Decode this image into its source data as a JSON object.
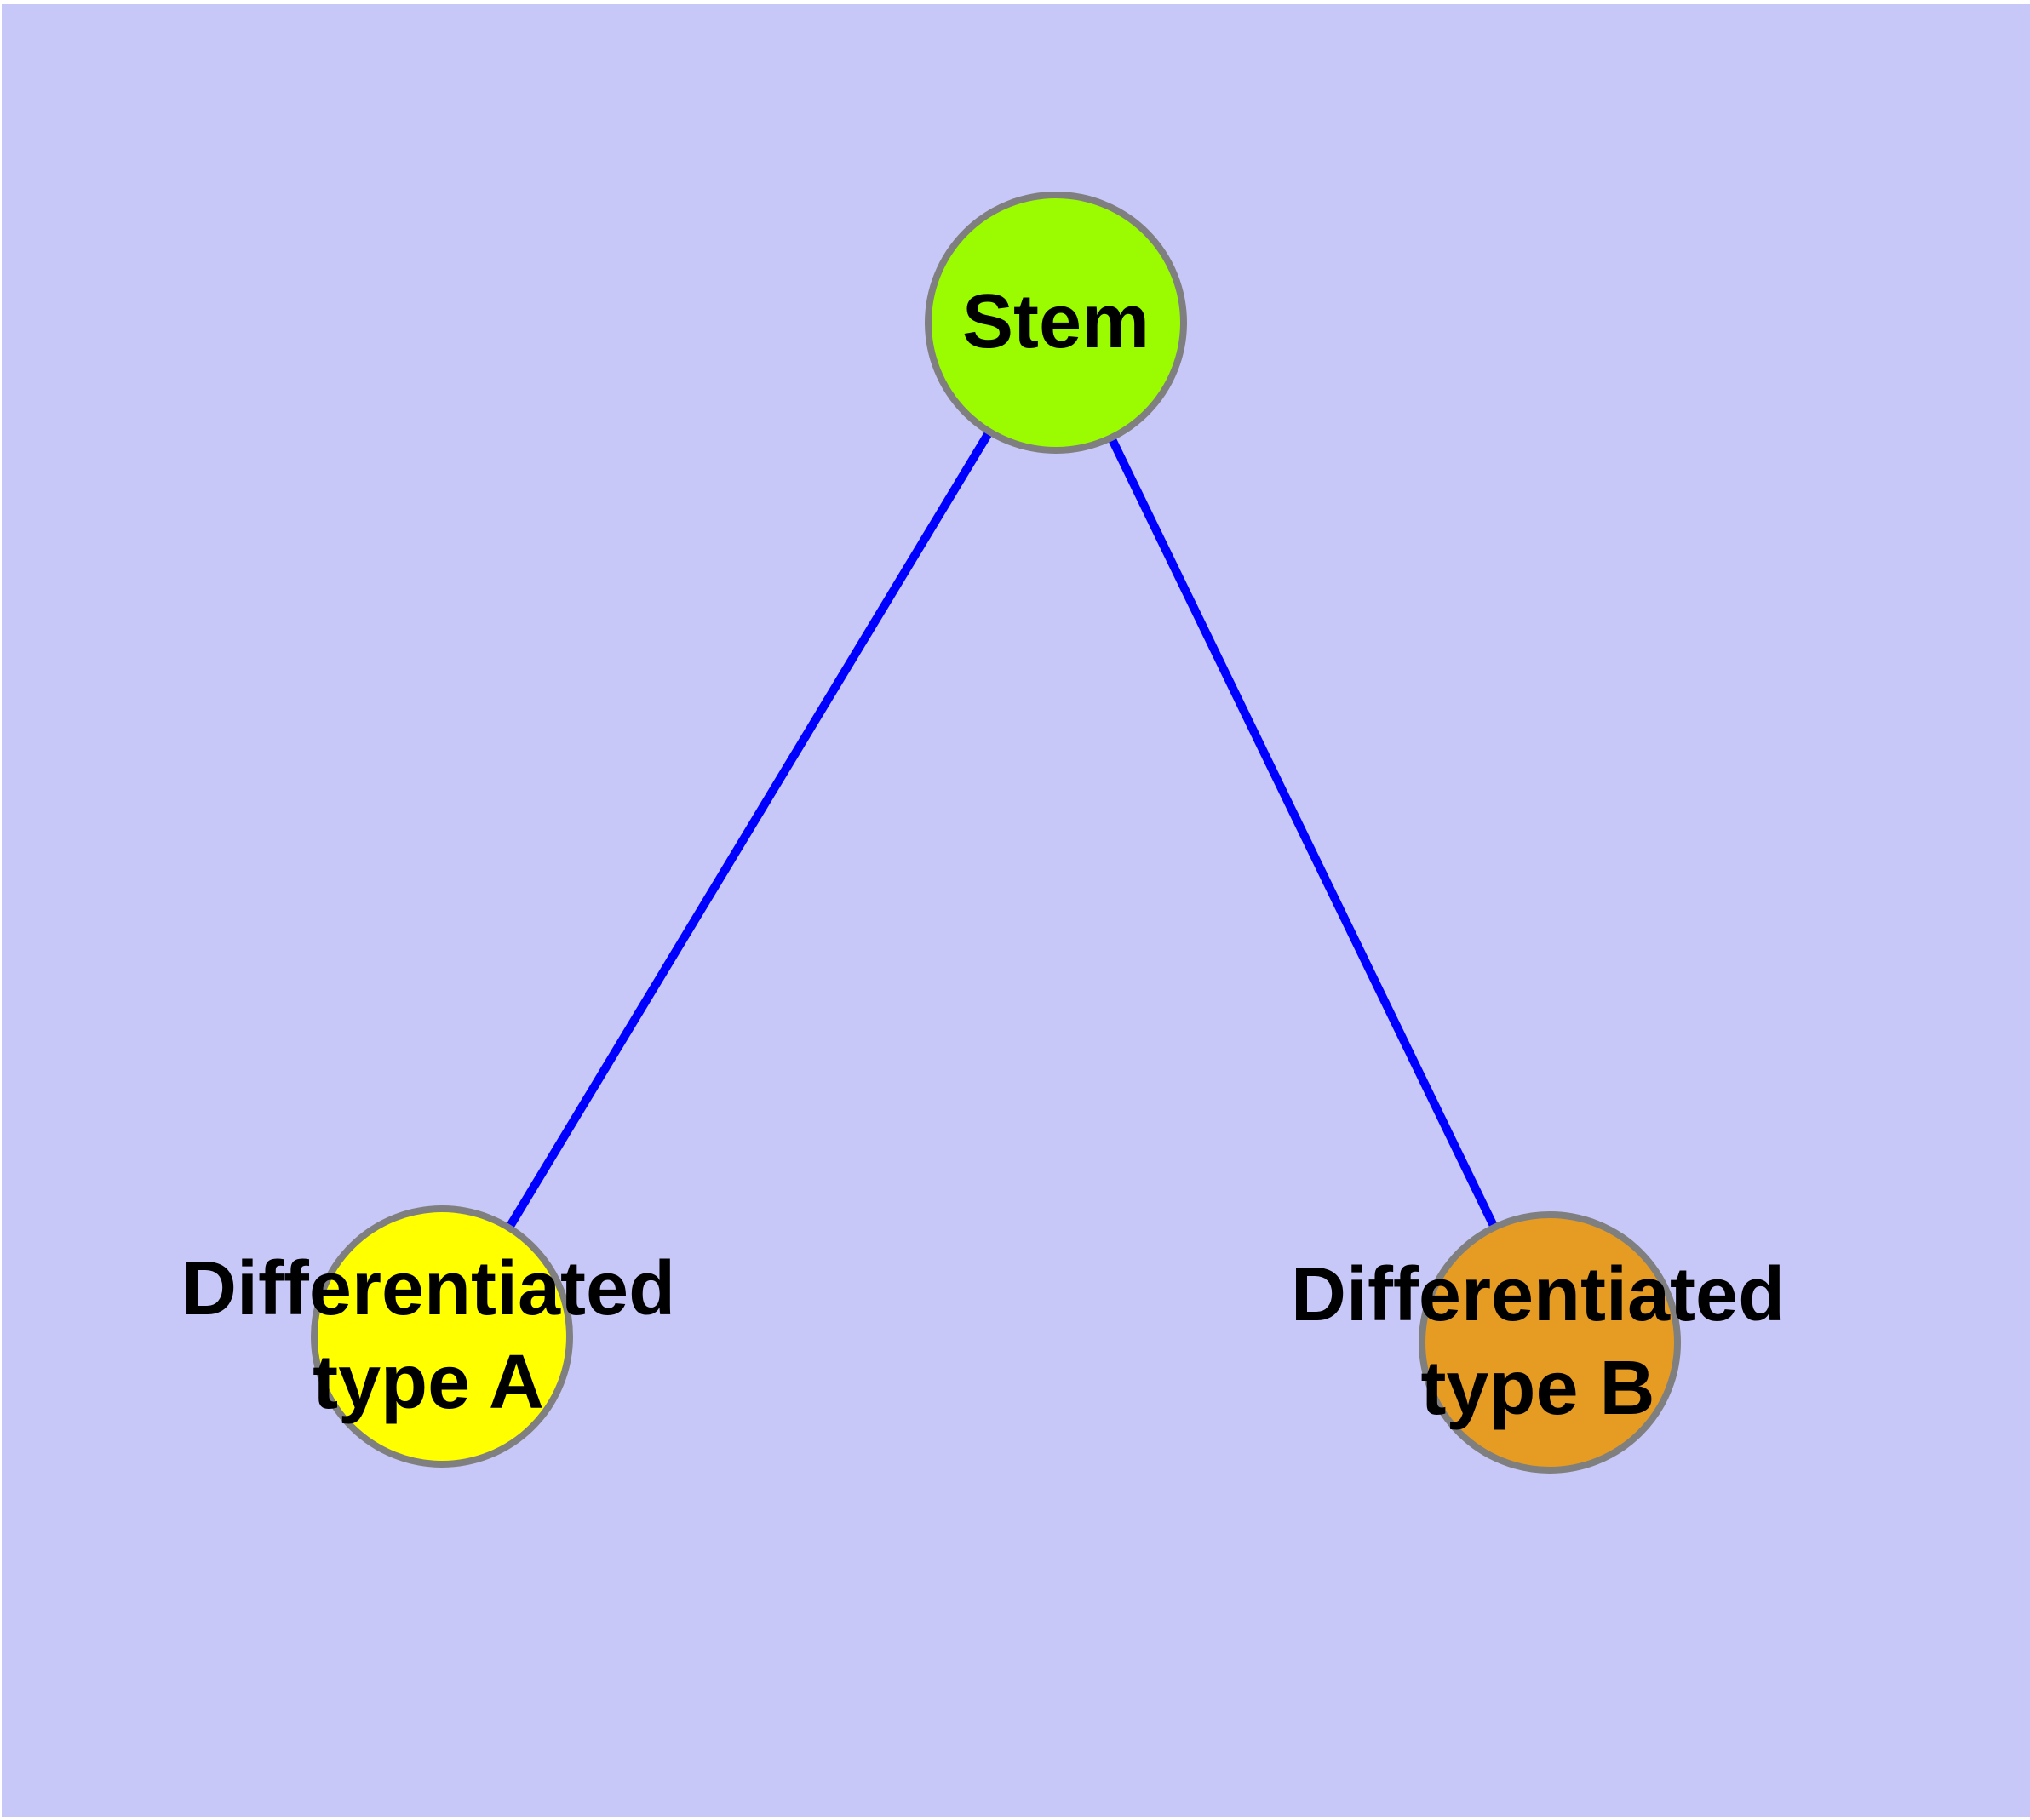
{
  "diagram": {
    "type": "node-link-graph",
    "background_color": "#C8C8F8",
    "edge_color": "#0000FF",
    "node_border_color": "#7F7F7F",
    "text_color": "#000000",
    "nodes": {
      "stem": {
        "label": "Stem",
        "fill": "#9BFB00"
      },
      "type_a": {
        "label": "Differentiated\ntype A",
        "fill": "#FFFF00"
      },
      "type_b": {
        "label": "Differentiated\ntype B",
        "fill": "#E69B23"
      }
    },
    "edges": [
      {
        "source": "Stem",
        "target": "Differentiated type A"
      },
      {
        "source": "Stem",
        "target": "Differentiated type B"
      }
    ]
  }
}
